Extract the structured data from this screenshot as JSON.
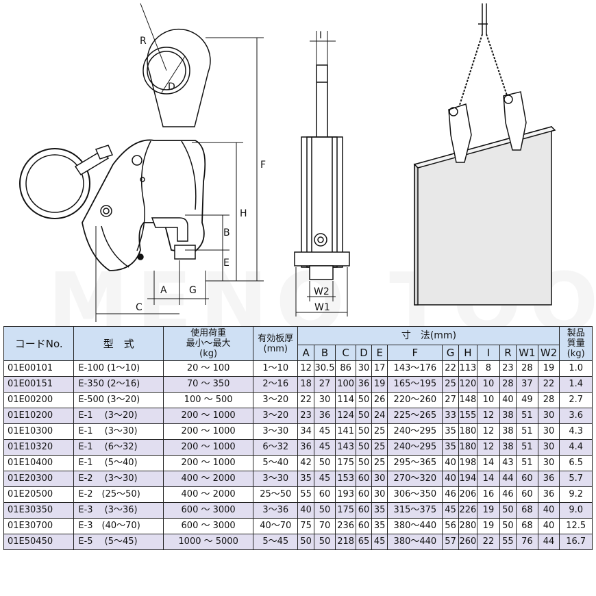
{
  "diagram_labels": {
    "R": "R",
    "D": "D",
    "F": "F",
    "H": "H",
    "B": "B",
    "E": "E",
    "A": "A",
    "G": "G",
    "C": "C",
    "I": "I",
    "W2": "W2",
    "W1": "W1"
  },
  "watermark": "MENO TOOL",
  "table": {
    "header": {
      "code": "コードNo.",
      "model": "型　式",
      "load": "使用荷重\n最小～最大\n(kg)",
      "thickness": "有効板厚\n(mm)",
      "dimensions": "寸　法(mm)",
      "weight": "製品\n質量\n(kg)",
      "dim_cols": [
        "A",
        "B",
        "C",
        "D",
        "E",
        "F",
        "G",
        "H",
        "I",
        "R",
        "W1",
        "W2"
      ]
    },
    "rows": [
      {
        "code": "01E00101",
        "model": "E-100 (1～10)",
        "load": "20 ～ 100",
        "thickness": "1～10",
        "dims": [
          "12",
          "30.5",
          "86",
          "30",
          "17",
          "143～176",
          "22",
          "113",
          "8",
          "23",
          "28",
          "19"
        ],
        "weight": "1.0"
      },
      {
        "code": "01E00151",
        "model": "E-350 (2～16)",
        "load": "70 ～ 350",
        "thickness": "2～16",
        "dims": [
          "18",
          "27",
          "100",
          "36",
          "19",
          "165～195",
          "25",
          "120",
          "10",
          "28",
          "37",
          "22"
        ],
        "weight": "1.4"
      },
      {
        "code": "01E00200",
        "model": "E-500 (3～20)",
        "load": "100 ～ 500",
        "thickness": "3～20",
        "dims": [
          "22",
          "30",
          "114",
          "50",
          "26",
          "220～260",
          "27",
          "148",
          "10",
          "40",
          "49",
          "28"
        ],
        "weight": "2.7"
      },
      {
        "code": "01E10200",
        "model": "E-1　 (3～20)",
        "load": "200 ～ 1000",
        "thickness": "3～20",
        "dims": [
          "23",
          "36",
          "124",
          "50",
          "24",
          "225～265",
          "33",
          "155",
          "12",
          "38",
          "51",
          "30"
        ],
        "weight": "3.6"
      },
      {
        "code": "01E10300",
        "model": "E-1　 (3～30)",
        "load": "200 ～ 1000",
        "thickness": "3～30",
        "dims": [
          "34",
          "45",
          "141",
          "50",
          "25",
          "240～295",
          "35",
          "180",
          "12",
          "38",
          "51",
          "30"
        ],
        "weight": "4.3"
      },
      {
        "code": "01E10320",
        "model": "E-1　 (6～32)",
        "load": "200 ～ 1000",
        "thickness": "6～32",
        "dims": [
          "36",
          "45",
          "143",
          "50",
          "25",
          "240～295",
          "35",
          "180",
          "12",
          "38",
          "51",
          "30"
        ],
        "weight": "4.4"
      },
      {
        "code": "01E10400",
        "model": "E-1　 (5～40)",
        "load": "200 ～ 1000",
        "thickness": "5～40",
        "dims": [
          "42",
          "50",
          "175",
          "50",
          "25",
          "295～365",
          "40",
          "198",
          "14",
          "43",
          "51",
          "30"
        ],
        "weight": "6.5"
      },
      {
        "code": "01E20300",
        "model": "E-2　 (3～30)",
        "load": "400 ～ 2000",
        "thickness": "3～30",
        "dims": [
          "35",
          "45",
          "153",
          "60",
          "30",
          "270～320",
          "40",
          "194",
          "14",
          "44",
          "60",
          "36"
        ],
        "weight": "5.7"
      },
      {
        "code": "01E20500",
        "model": "E-2　(25～50)",
        "load": "400 ～ 2000",
        "thickness": "25～50",
        "dims": [
          "55",
          "60",
          "193",
          "60",
          "30",
          "306～350",
          "46",
          "206",
          "16",
          "46",
          "60",
          "36"
        ],
        "weight": "9.2"
      },
      {
        "code": "01E30350",
        "model": "E-3　 (3～36)",
        "load": "600 ～ 3000",
        "thickness": "3～36",
        "dims": [
          "40",
          "50",
          "175",
          "60",
          "35",
          "315～375",
          "45",
          "226",
          "19",
          "50",
          "68",
          "40"
        ],
        "weight": "9.0"
      },
      {
        "code": "01E30700",
        "model": "E-3　(40～70)",
        "load": "600 ～ 3000",
        "thickness": "40～70",
        "dims": [
          "75",
          "70",
          "236",
          "60",
          "35",
          "380～440",
          "56",
          "280",
          "19",
          "50",
          "68",
          "40"
        ],
        "weight": "12.5"
      },
      {
        "code": "01E50450",
        "model": "E-5　 (5～45)",
        "load": "1000 ～ 5000",
        "thickness": "5～45",
        "dims": [
          "50",
          "50",
          "218",
          "65",
          "45",
          "380～440",
          "57",
          "260",
          "22",
          "55",
          "76",
          "44"
        ],
        "weight": "16.7"
      }
    ]
  },
  "colors": {
    "header_bg": "#cfe0f4",
    "alt_row_bg": "#e1def0"
  }
}
